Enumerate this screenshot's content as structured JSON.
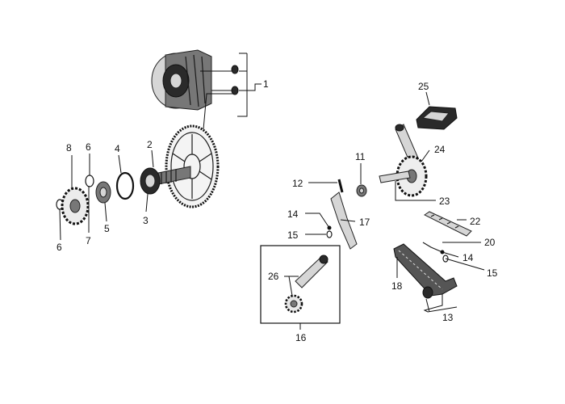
{
  "callouts": {
    "c1": "1",
    "c2": "2",
    "c3": "3",
    "c4": "4",
    "c5": "5",
    "c6a": "6",
    "c6b": "6",
    "c7": "7",
    "c8": "8",
    "c11": "11",
    "c12": "12",
    "c13": "13",
    "c14a": "14",
    "c14b": "14",
    "c15a": "15",
    "c15b": "15",
    "c16": "16",
    "c17": "17",
    "c18": "18",
    "c20": "20",
    "c22": "22",
    "c23": "23",
    "c24": "24",
    "c25": "25",
    "c26": "26"
  }
}
